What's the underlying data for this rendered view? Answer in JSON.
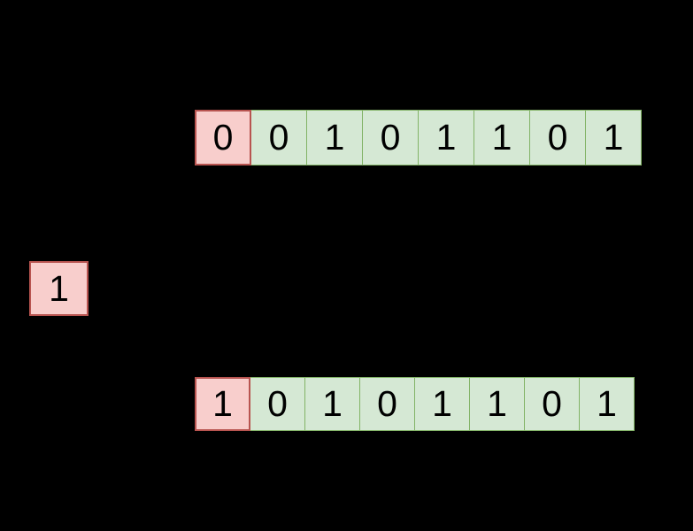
{
  "diagram": {
    "background_color": "#000000",
    "palette": {
      "highlight_fill": "#f8cecc",
      "highlight_border": "#b85450",
      "normal_fill": "#d5e8d4",
      "normal_border": "#82b366",
      "text_color": "#000000"
    },
    "top_row": {
      "label": "input-bit-string",
      "cells": [
        {
          "value": "0",
          "style": "highlight"
        },
        {
          "value": "0",
          "style": "normal"
        },
        {
          "value": "1",
          "style": "normal"
        },
        {
          "value": "0",
          "style": "normal"
        },
        {
          "value": "1",
          "style": "normal"
        },
        {
          "value": "1",
          "style": "normal"
        },
        {
          "value": "0",
          "style": "normal"
        },
        {
          "value": "1",
          "style": "normal"
        }
      ]
    },
    "carry": {
      "label": "carry-bit",
      "value": "1",
      "style": "highlight"
    },
    "bottom_row": {
      "label": "output-bit-string",
      "cells": [
        {
          "value": "1",
          "style": "highlight"
        },
        {
          "value": "0",
          "style": "normal"
        },
        {
          "value": "1",
          "style": "normal"
        },
        {
          "value": "0",
          "style": "normal"
        },
        {
          "value": "1",
          "style": "normal"
        },
        {
          "value": "1",
          "style": "normal"
        },
        {
          "value": "0",
          "style": "normal"
        },
        {
          "value": "1",
          "style": "normal"
        }
      ]
    }
  }
}
